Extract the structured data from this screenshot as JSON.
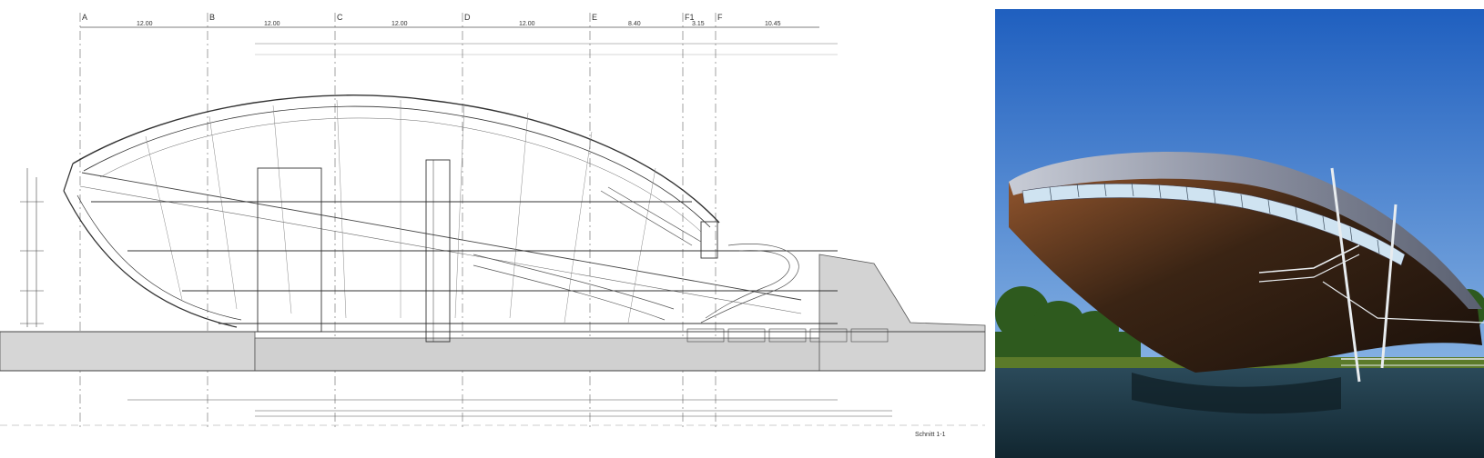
{
  "drawing": {
    "grid_axes": [
      {
        "label": "A"
      },
      {
        "label": "B"
      },
      {
        "label": "C"
      },
      {
        "label": "D"
      },
      {
        "label": "E"
      },
      {
        "label": "F1"
      },
      {
        "label": "F"
      }
    ],
    "span_dims": [
      "12.00",
      "12.00",
      "12.00",
      "12.00",
      "8.40",
      "3.15",
      "10.45"
    ],
    "sheet_caption": "Schnitt 1-1"
  },
  "photo": {
    "colors": {
      "sky_top": "#1f5fbf",
      "sky_bottom": "#9fc6ec",
      "hull_dark": "#2a1a10",
      "hull_copper": "#9a5a30",
      "roof_metal": "#8a8fa0",
      "water": "#1a3a4a",
      "trees": "#2e5a1e"
    }
  }
}
